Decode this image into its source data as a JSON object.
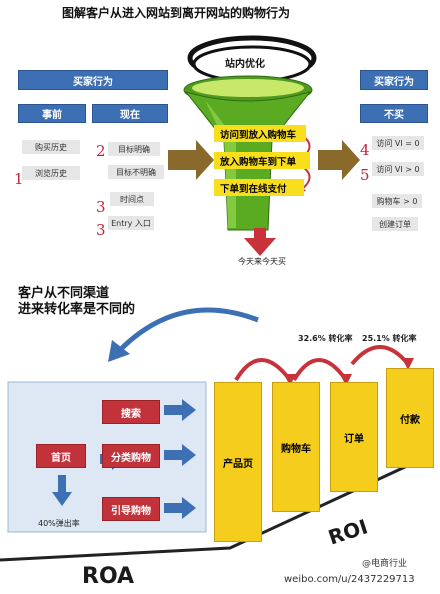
{
  "top": {
    "title": "图解客户从进入网站到离开网站的购物行为",
    "funnel_cloud_label": "站内优化",
    "left_header": "买家行为",
    "before_header": "事前",
    "now_header": "现在",
    "before_items": [
      "购买历史",
      "浏览历史"
    ],
    "now_items": [
      "目标明确",
      "目标不明确",
      "时间点",
      "Entry 入口"
    ],
    "left_numbers": [
      "1",
      "2",
      "3",
      "3"
    ],
    "funnel_steps": [
      "访问到放入购物车",
      "放入购物车到下单",
      "下单到在线支付"
    ],
    "funnel_bottom": "今天来今天买",
    "right_header": "买家行为",
    "right_sub": "不买",
    "right_numbers": [
      "4",
      "5"
    ],
    "right_items": [
      "访问 VI = 0",
      "访问 VI > 0",
      "购物车 > 0",
      "创建订单"
    ]
  },
  "bottom": {
    "heading_line1": "客户从不同渠道",
    "heading_line2": "进来转化率是不同的",
    "home": "首页",
    "bounce": "40%弹出率",
    "channels": [
      "搜索",
      "分类购物",
      "引导购物"
    ],
    "stages": [
      "产品页",
      "购物车",
      "订单",
      "付款"
    ],
    "rates": [
      "32.6% 转化率",
      "25.1% 转化率"
    ],
    "roa": "ROA",
    "roi": "ROI",
    "watermark": "weibo.com/u/2437229713",
    "watermark_handle": "@电商行业"
  },
  "colors": {
    "blue": "#3c6fb3",
    "red": "#c1323a",
    "yellow": "#f5cd1c",
    "green": "#5aab22",
    "arrow_brown": "#8a6a2a"
  }
}
